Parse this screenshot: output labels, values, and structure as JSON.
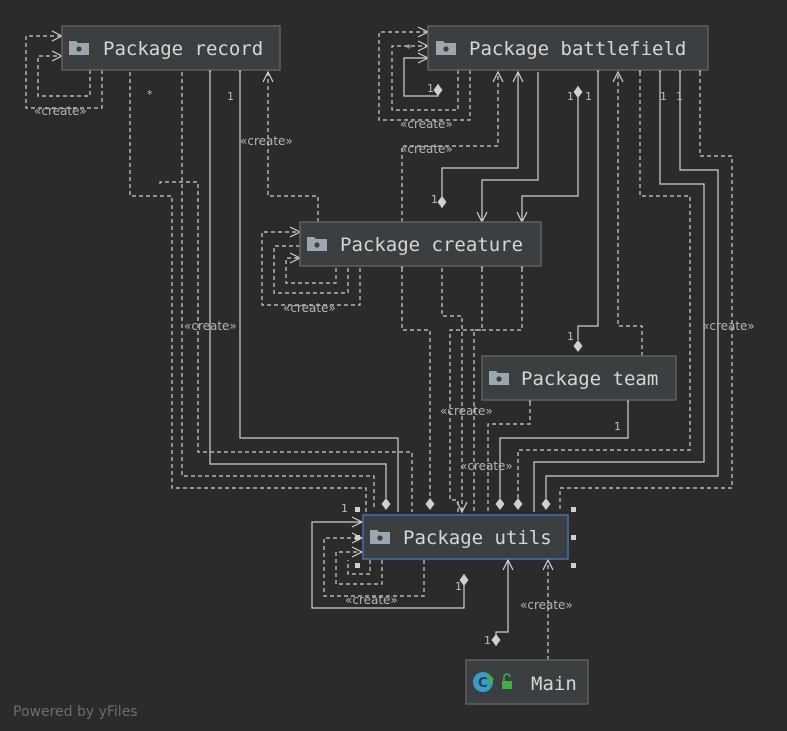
{
  "nodes": {
    "record": {
      "label": "Package record"
    },
    "battlefield": {
      "label": "Package battlefield"
    },
    "creature": {
      "label": "Package creature"
    },
    "team": {
      "label": "Package team"
    },
    "utils": {
      "label": "Package utils"
    },
    "main": {
      "label": "Main"
    }
  },
  "edge_labels": {
    "create": "«create»"
  },
  "multiplicities": {
    "one": "1",
    "many": "*"
  },
  "footer": "Powered by yFiles",
  "colors": {
    "background": "#2b2b2b",
    "node_fill": "#3c3f41",
    "node_border": "#5e6060",
    "selected_border": "#4b6eaf",
    "line": "#d0d0d0"
  }
}
